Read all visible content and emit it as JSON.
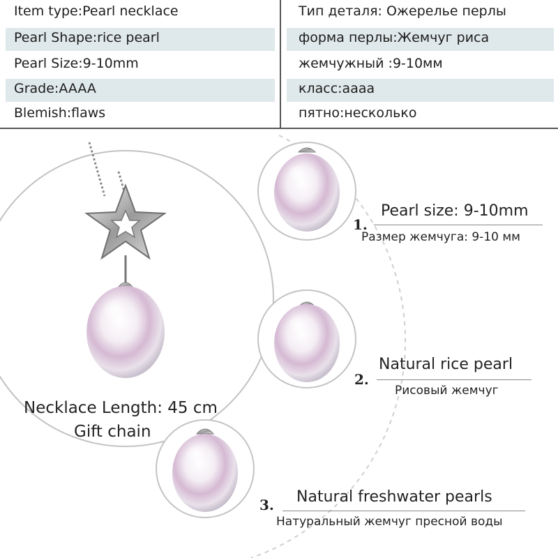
{
  "spec_table": {
    "rows": [
      {
        "en": "Item type:Pearl necklace",
        "ru": "Тип деталя: Ожерелье перлы",
        "shaded": false
      },
      {
        "en": "Pearl Shape:rice pearl",
        "ru": "форма перлы:Жемчуг риса",
        "shaded": true
      },
      {
        "en": "Pearl Size:9-10mm",
        "ru": "жемчужный :9-10мм",
        "shaded": false
      },
      {
        "en": "Grade:AAAA",
        "ru": "класс:аааа",
        "shaded": true
      },
      {
        "en": "Blemish:flaws",
        "ru": "пятно:несколько",
        "shaded": false
      }
    ]
  },
  "product": {
    "necklace_length": "Necklace Length: 45 cm",
    "gift_chain": "Gift chain"
  },
  "features": [
    {
      "number": "1.",
      "title": "Pearl size: 9-10mm",
      "subtitle": "Размер жемчуга: 9-10 мм"
    },
    {
      "number": "2.",
      "title": "Natural rice pearl",
      "subtitle": "Рисовый жемчуг"
    },
    {
      "number": "3.",
      "title": "Natural freshwater pearls",
      "subtitle": "Натуральный жемчуг пресной воды"
    }
  ],
  "colors": {
    "row_shade": "#dfe8ea",
    "pearl_highlight": "#ffffff",
    "pearl_tint": "#c9a9c9",
    "circle_stroke": "#bdbdbd"
  }
}
